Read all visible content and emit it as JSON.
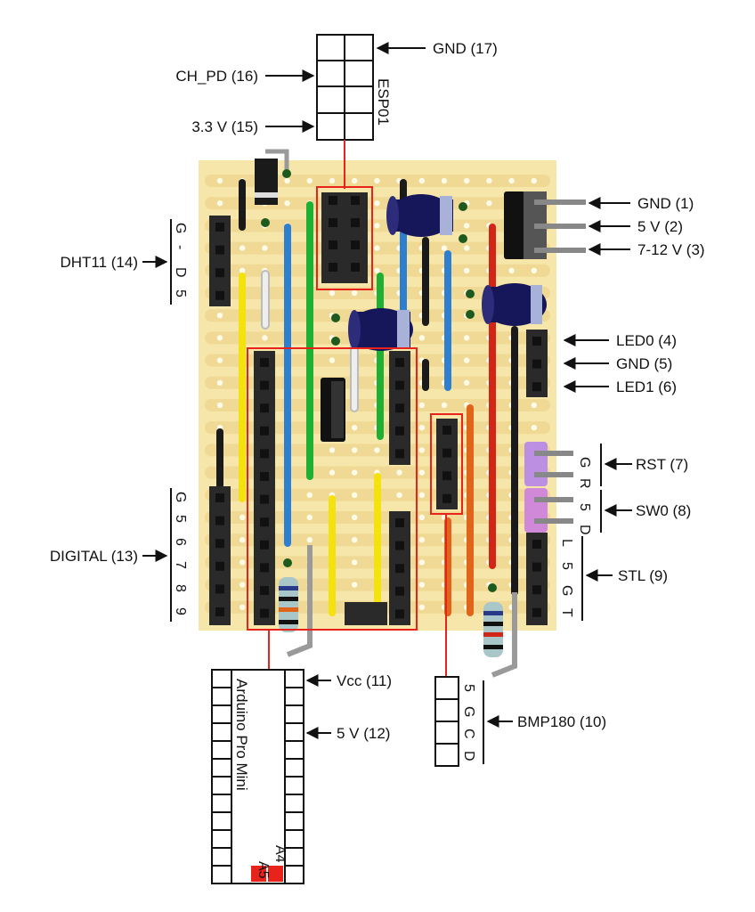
{
  "esp01": {
    "name": "ESP01",
    "labels": {
      "gnd": "GND (17)",
      "ch_pd": "CH_PD (16)",
      "v33": "3.3 V (15)"
    }
  },
  "power_labels": {
    "gnd": "GND (1)",
    "v5": "5 V (2)",
    "v712": "7-12 V (3)"
  },
  "led_labels": {
    "led0": "LED0 (4)",
    "gnd": "GND (5)",
    "led1": "LED1 (6)"
  },
  "buttons": {
    "rst": {
      "label": "RST (7)",
      "pins": [
        "G",
        "R"
      ]
    },
    "sw0": {
      "label": "SW0 (8)",
      "pins": [
        "5",
        "D"
      ]
    }
  },
  "stl": {
    "label": "STL (9)",
    "pins": [
      "L",
      "5",
      "G",
      "T"
    ]
  },
  "bmp180": {
    "label": "BMP180 (10)",
    "pins": [
      "5",
      "G",
      "C",
      "D"
    ]
  },
  "dht11": {
    "label": "DHT11 (14)",
    "pins": [
      "G",
      "-",
      "D",
      "5"
    ]
  },
  "digital": {
    "label": "DIGITAL (13)",
    "pins": [
      "G",
      "5",
      "6",
      "7",
      "8",
      "9"
    ]
  },
  "arduino": {
    "name": "Arduino Pro Mini",
    "vcc_label": "Vcc (11)",
    "v5_label": "5 V (12)",
    "a4": "A4",
    "a5": "A5"
  },
  "colors": {
    "board": "#f7e6a9",
    "highlight": "#e8231c",
    "wire_black": "#1a1a1a",
    "wire_blue": "#2f7fd0",
    "wire_green": "#1eb032",
    "wire_yellow": "#f4e20e",
    "wire_red": "#d32418",
    "wire_orange": "#e0641a",
    "wire_white": "#eeeeee",
    "capacitor": "#16165a",
    "button": "#bd8fe3"
  }
}
